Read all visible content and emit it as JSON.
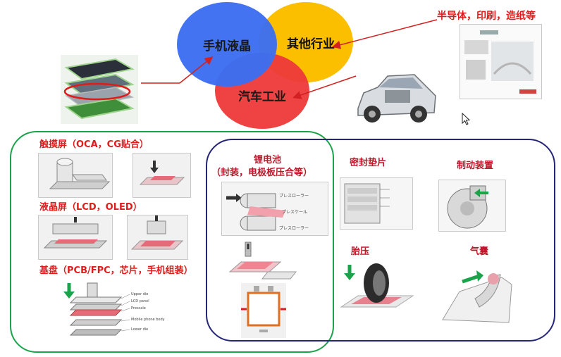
{
  "top": {
    "circle_lcd": "手机液晶",
    "circle_other": "其他行业",
    "circle_auto": "汽车工业",
    "label_semiconductor": "半导体，印刷，造纸等"
  },
  "left_group": {
    "touchscreen": "触摸屏（OCA，CG贴合）",
    "lcd": "液晶屏（LCD，OLED）",
    "substrate": "基盘（PCB/FPC，芯片，手机组装）",
    "diagram_labels": [
      "Upper die",
      "LCD panel",
      "Prescale",
      "Mobile phone body",
      "Lower die"
    ]
  },
  "middle_group": {
    "battery_title": "锂电池",
    "battery_sub": "（封装，电极板压合等）",
    "roller_labels": [
      "プレスローラー",
      "プレスケール",
      "プレスローラー"
    ]
  },
  "right_group": {
    "gasket": "密封垫片",
    "brake": "制动装置",
    "tire": "胎压",
    "airbag": "气囊"
  },
  "colors": {
    "blue_circle": "#3d6ff0",
    "yellow_circle": "#fbbf00",
    "red_circle": "#ef3b3b",
    "green_outline": "#1aa34a",
    "navy_outline": "#25257a",
    "accent_red": "#e01b1b"
  }
}
